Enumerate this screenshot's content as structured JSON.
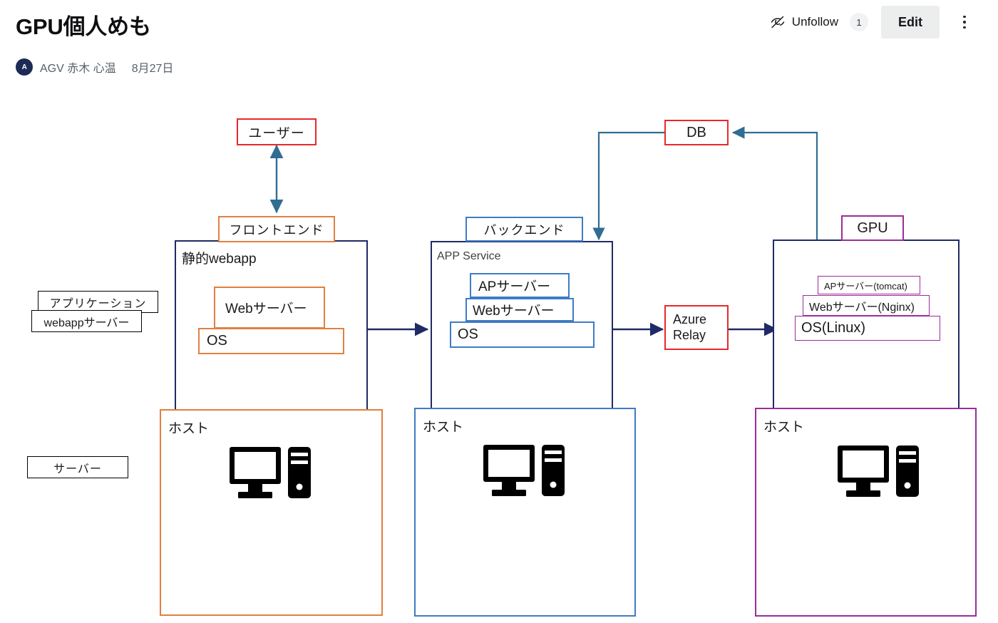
{
  "header": {
    "title": "GPU個人めも",
    "avatar_initials": "A",
    "author": "AGV 赤木 心温",
    "date": "8月27日",
    "unfollow_label": "Unfollow",
    "follow_count": "1",
    "edit_label": "Edit",
    "eye_off_icon": "eye-off-icon",
    "more_icon": "kebab-menu-icon"
  },
  "diagram": {
    "layer_labels": [
      {
        "text": "アプリケーション"
      },
      {
        "text": "webappサーバー"
      },
      {
        "text": "サーバー"
      }
    ],
    "nodes": {
      "user": "ユーザー",
      "db": "DB",
      "frontend": "フロントエンド",
      "backend": "バックエンド",
      "gpu": "GPU",
      "azure_relay_line1": "Azure",
      "azure_relay_line2": "Relay",
      "static_webapp": "静的webapp",
      "app_service": "APP Service",
      "web_server_left": "Webサーバー",
      "os_left": "OS",
      "ap_server_mid": "APサーバー",
      "web_server_mid": "Webサーバー",
      "os_mid": "OS",
      "ap_server_right": "APサーバー(tomcat)",
      "web_server_right": "Webサーバー(Nginx)",
      "os_right": "OS(Linux)",
      "host_left": "ホスト",
      "host_mid": "ホスト",
      "host_right": "ホスト"
    },
    "colors": {
      "red": "#e8292a",
      "orange": "#e08040",
      "blue": "#3f7bc4",
      "navy": "#1f2a66",
      "purple": "#9b2d9b",
      "steel": "#2f6d93",
      "black": "#000000"
    }
  }
}
